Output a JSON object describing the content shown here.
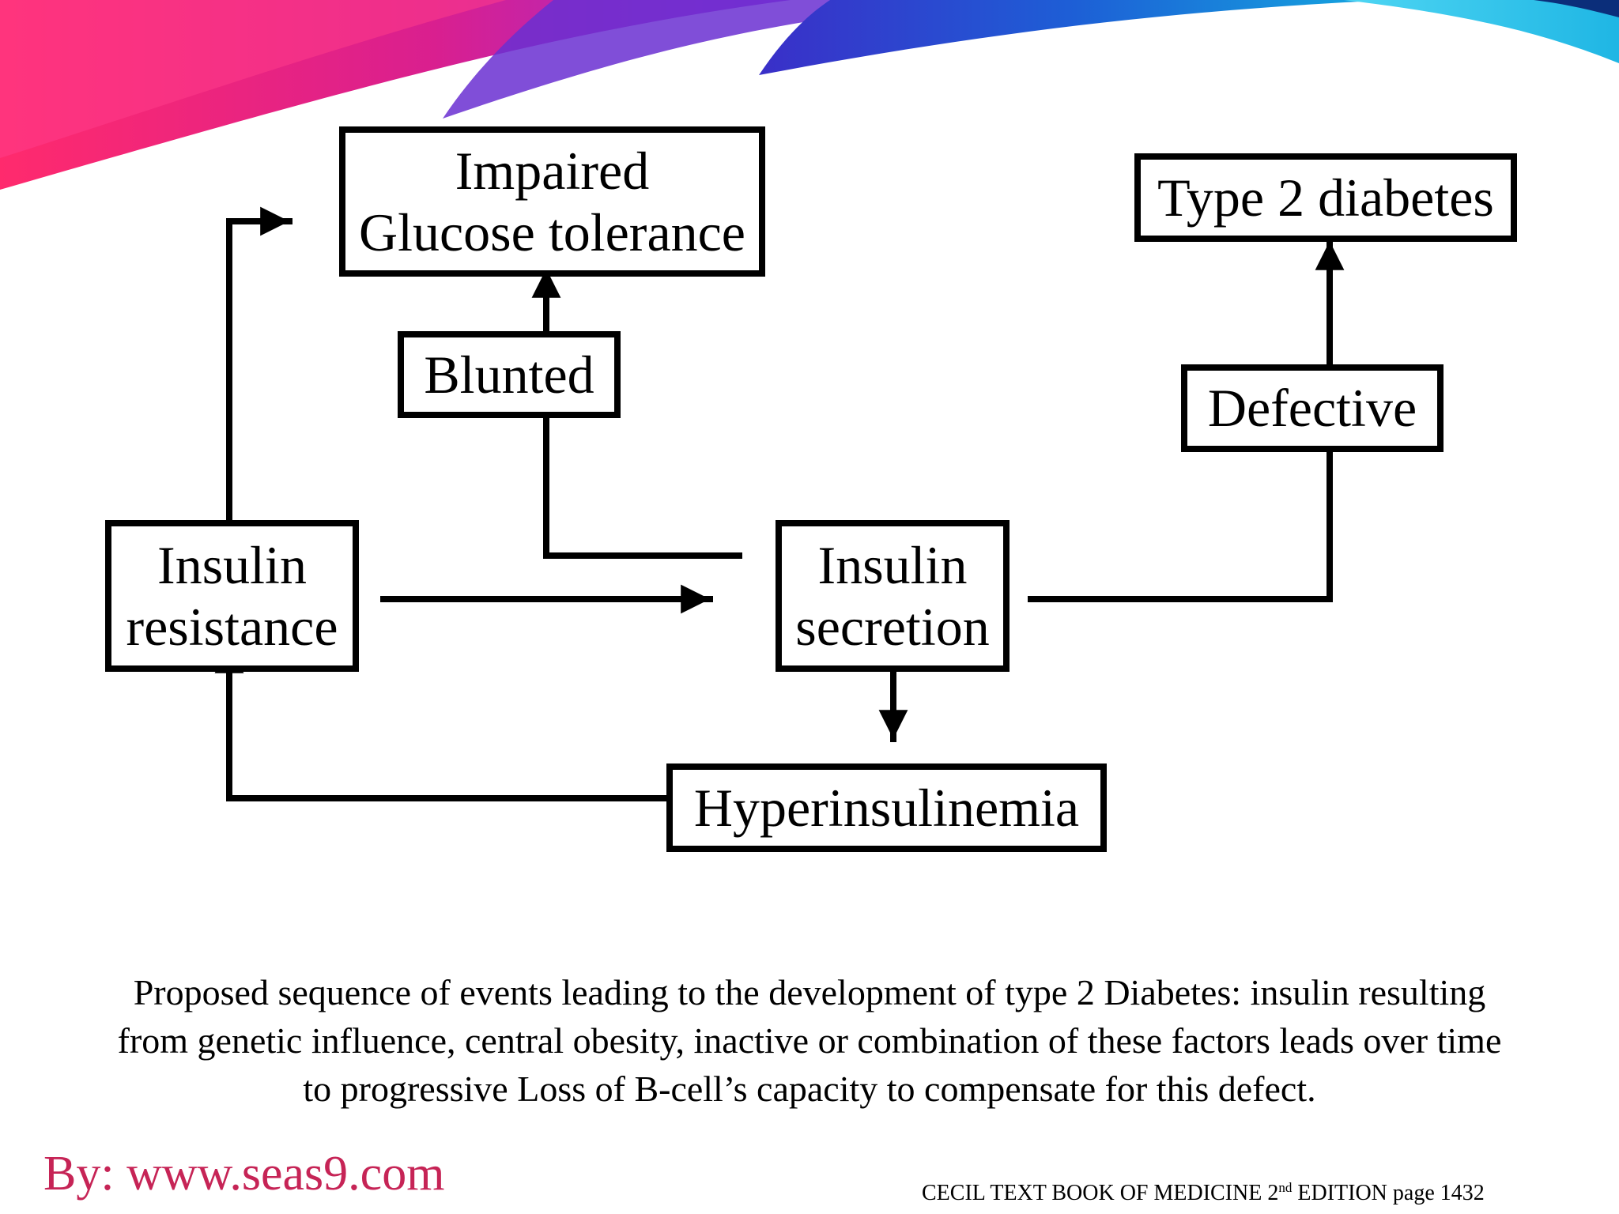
{
  "diagram": {
    "nodes": {
      "impaired_glucose_tolerance": [
        "Impaired",
        "Glucose tolerance"
      ],
      "blunted": "Blunted",
      "type2_diabetes": "Type 2 diabetes",
      "defective": "Defective",
      "insulin_resistance": [
        "Insulin",
        "resistance"
      ],
      "insulin_secretion": [
        "Insulin",
        "secretion"
      ],
      "hyperinsulinemia": "Hyperinsulinemia"
    }
  },
  "caption": [
    "Proposed sequence of events leading to the development of type 2 Diabetes: insulin resulting",
    "from genetic influence, central obesity,  inactive or combination of these factors leads over time",
    "to progressive Loss of B-cell’s capacity to compensate for this defect."
  ],
  "byline": "By: www.seas9.com",
  "citation": {
    "before": "CECIL TEXT BOOK OF MEDICINE 2",
    "sup": "nd",
    "after": " EDITION page 1432"
  },
  "colors": {
    "byline": "#c62456",
    "ribbon_magenta": "#e0247a",
    "ribbon_purple": "#6a2fd1",
    "ribbon_blue": "#1d5fd6",
    "ribbon_cyan": "#1fb6e4"
  }
}
